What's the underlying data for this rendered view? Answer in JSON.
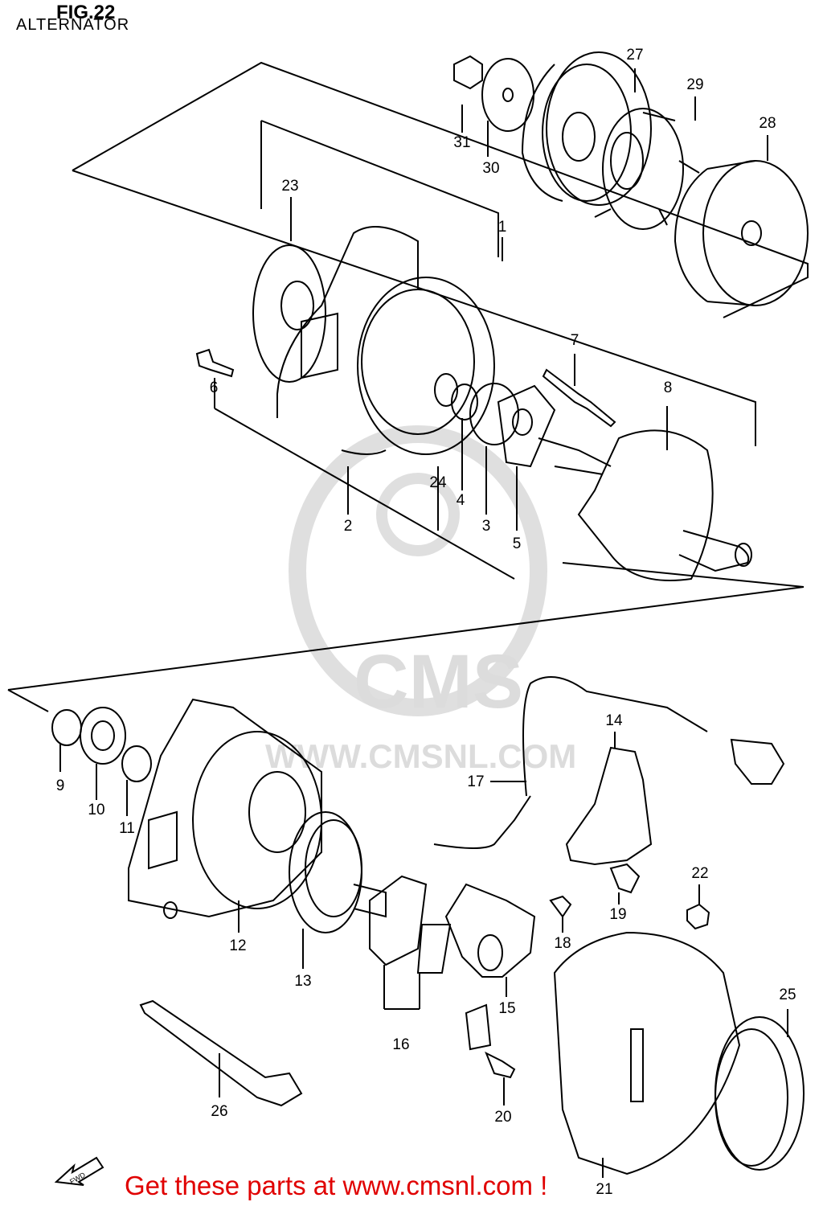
{
  "figure": {
    "title": "FIG.22",
    "subtitle": "ALTERNATOR"
  },
  "watermark": {
    "brand": "CMS",
    "url": "WWW.CMSNL.COM"
  },
  "promo": {
    "text": "Get these parts at www.cmsnl.com !",
    "color": "#e00000"
  },
  "fwd_label": "FWD",
  "callouts": [
    "1",
    "2",
    "3",
    "4",
    "5",
    "6",
    "7",
    "8",
    "9",
    "10",
    "11",
    "12",
    "13",
    "14",
    "15",
    "16",
    "17",
    "18",
    "19",
    "20",
    "21",
    "22",
    "23",
    "24",
    "25",
    "26",
    "27",
    "28",
    "29",
    "30",
    "31"
  ]
}
